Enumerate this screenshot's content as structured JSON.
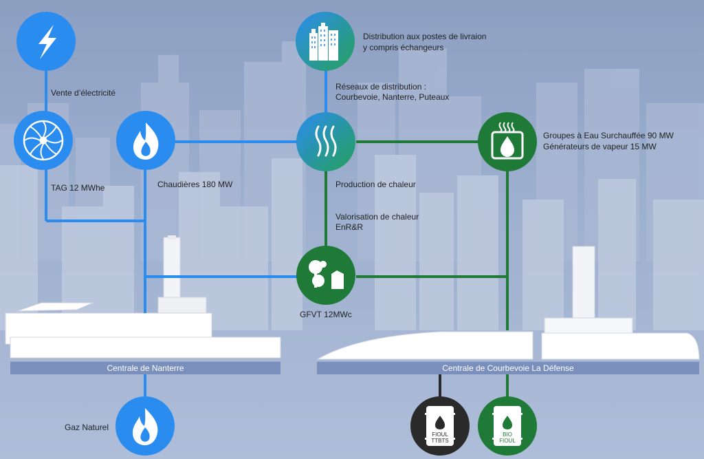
{
  "colors": {
    "blue": "#2b8cf0",
    "green": "#1f7a38",
    "dark": "#2a2a2a",
    "bar": "#7b8fbd"
  },
  "nodes": {
    "electricity": {
      "icon": "lightning-bolt-icon"
    },
    "tag": {
      "icon": "turbine-fan-icon",
      "label": "TAG 12 MWhe"
    },
    "boilers": {
      "icon": "flame-icon",
      "label": "Chaudières 180 MW"
    },
    "buildings": {
      "icon": "buildings-icon",
      "label_line1": "Distribution aux postes de livraion",
      "label_line2": "y compris échangeurs"
    },
    "heat": {
      "icon": "heat-waves-icon",
      "label": "Production de chaleur"
    },
    "water_groups": {
      "icon": "water-drop-steam-icon",
      "label_line1": "Groupes à Eau Surchauffée 90 MW",
      "label_line2": "Générateurs de vapeur 15 MW"
    },
    "gfvt": {
      "icon": "industrial-tanks-icon",
      "label": "GFVT 12MWc"
    },
    "gas": {
      "icon": "flame-icon",
      "label": "Gaz Naturel"
    },
    "fioul": {
      "icon": "oil-barrel-icon",
      "barrel_line1": "FIOUL",
      "barrel_line2": "TTBTS"
    },
    "biofioul": {
      "icon": "oil-barrel-icon",
      "barrel_line1": "BIO",
      "barrel_line2": "FIOUL"
    }
  },
  "edge_labels": {
    "sale": "Vente d’électricité",
    "networks_line1": "Réseaux de distribution :",
    "networks_line2": "Courbevoie, Nanterre, Puteaux",
    "recovery_line1": "Valorisation de chaleur",
    "recovery_line2": "EnR&R"
  },
  "plants": {
    "nanterre": "Centrale de Nanterre",
    "courbevoie": "Centrale de Courbevoie La Défense"
  }
}
